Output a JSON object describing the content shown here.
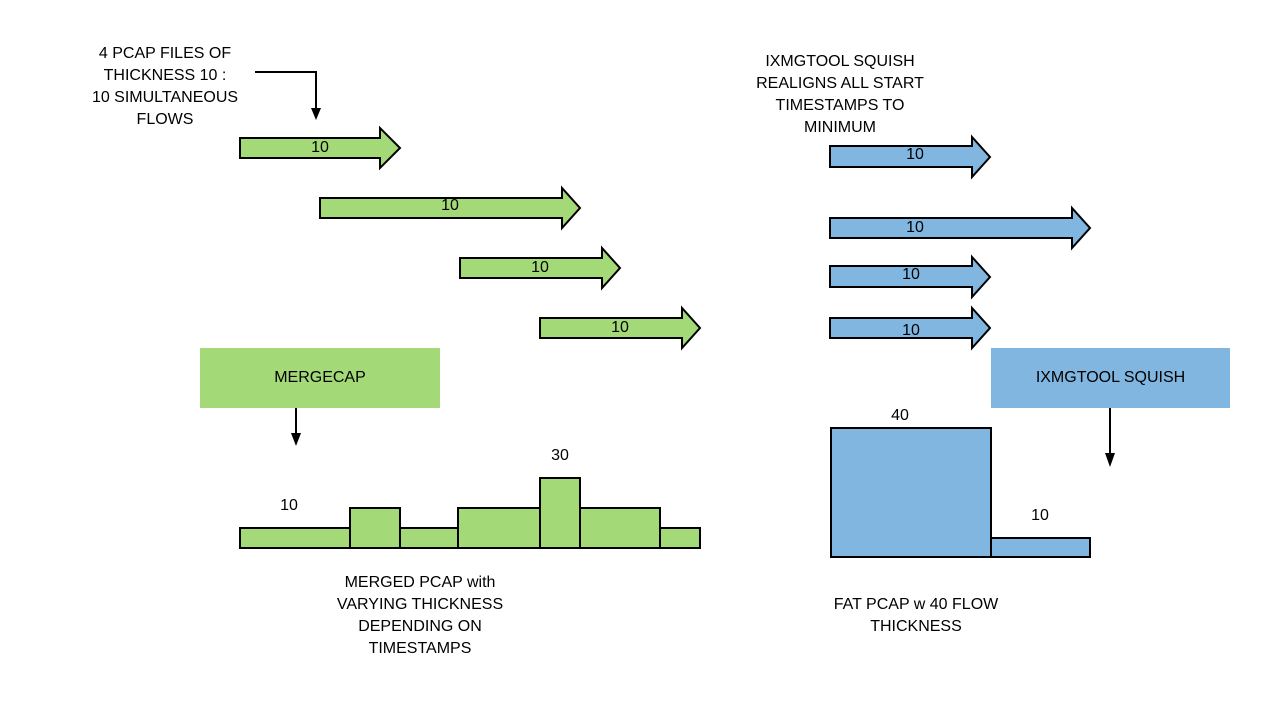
{
  "text": {
    "input_note": "4 PCAP FILES OF\nTHICKNESS 10 :\n10 SIMULTANEOUS\nFLOWS",
    "squish_note": "IXMGTOOL SQUISH\nREALIGNS ALL START\nTIMESTAMPS TO\nMINIMUM",
    "mergecap_box": "MERGECAP",
    "squish_box": "IXMGTOOL  SQUISH",
    "merged_caption": "MERGED PCAP with\nVARYING THICKNESS\nDEPENDING ON\nTIMESTAMPS",
    "fat_caption": "FAT PCAP w 40 FLOW\nTHICKNESS"
  },
  "green_arrows": [
    "10",
    "10",
    "10",
    "10"
  ],
  "blue_arrows": [
    "10",
    "10",
    "10",
    "10"
  ],
  "merged_labels": {
    "low": "10",
    "peak": "30"
  },
  "fat_labels": {
    "tall": "40",
    "short": "10"
  },
  "colors": {
    "green": "#a3d977",
    "blue": "#80b6e0",
    "stroke": "#000000"
  }
}
